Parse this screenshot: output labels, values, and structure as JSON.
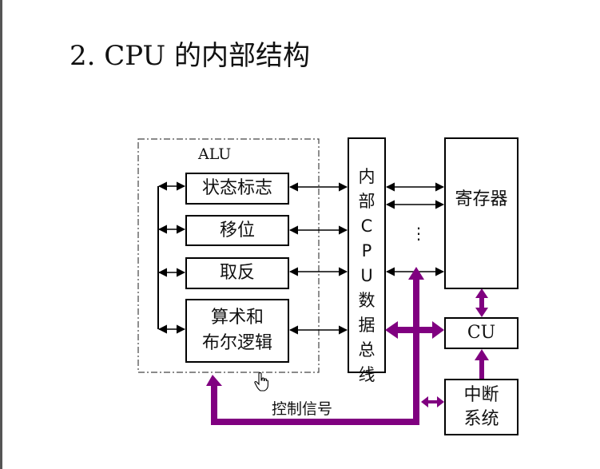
{
  "title": "2. CPU 的内部结构",
  "alu": {
    "label": "ALU",
    "units": [
      "状态标志",
      "移位",
      "取反",
      "算术和\n布尔逻辑"
    ]
  },
  "bus": {
    "label_chars": [
      "内",
      "部",
      "C",
      "P",
      "U",
      "数",
      "据",
      "总",
      "线"
    ]
  },
  "register": {
    "label": "寄存器",
    "ellipsis": "⋮"
  },
  "cu": {
    "label": "CU"
  },
  "interrupt": {
    "label": "中断\n系统"
  },
  "control_signal": {
    "label": "控制信号"
  },
  "colors": {
    "control_arrow": "#800080",
    "lines": "#000000",
    "background": "#ffffff"
  },
  "icons": {
    "cursor": "hand-pointer-icon"
  }
}
